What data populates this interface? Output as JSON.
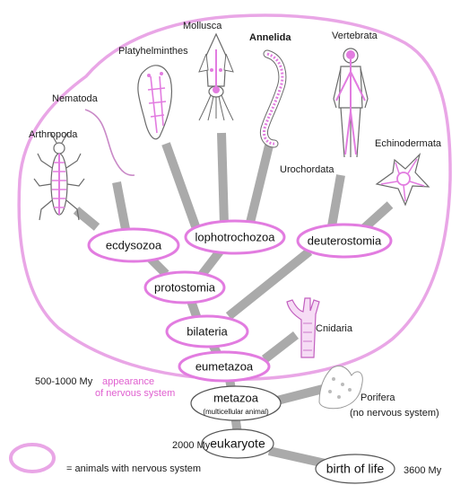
{
  "colors": {
    "nervous_system": "#e27ce0",
    "branch": "#aaaaaa",
    "animal_outline": "#6a6a6a"
  },
  "nodes": {
    "ecdysozoa": "ecdysozoa",
    "lophotrochozoa": "lophotrochozoa",
    "deuterostomia": "deuterostomia",
    "protostomia": "protostomia",
    "bilateria": "bilateria",
    "eumetazoa": "eumetazoa",
    "metazoa": "metazoa",
    "metazoa_sub": "(multicellular animal)",
    "eukaryote": "eukaryote",
    "birth_of_life": "birth of life"
  },
  "taxa": {
    "arthropoda": "Arthropoda",
    "nematoda": "Nematoda",
    "platyhelminthes": "Platyhelminthes",
    "mollusca": "Mollusca",
    "annelida": "Annelida",
    "vertebrata": "Vertebrata",
    "echinodermata": "Echinodermata",
    "urochordata": "Urochordata",
    "cnidaria": "Cnidaria",
    "porifera": "Porifera",
    "porifera_note": "(no nervous system)"
  },
  "times": {
    "nervous_time": "500-1000 My",
    "nervous_line1": "appearance",
    "nervous_line2": "of nervous system",
    "eukaryote_time": "2000 My",
    "life_time": "3600 My"
  },
  "legend": {
    "text": "= animals with nervous system"
  }
}
